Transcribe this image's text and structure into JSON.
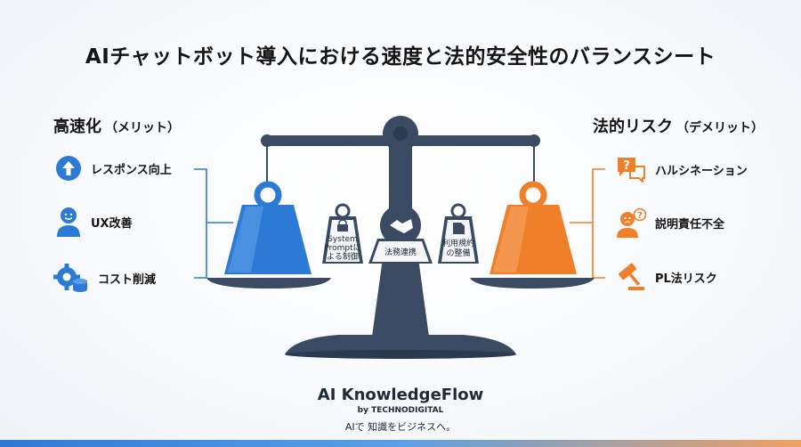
{
  "title": "AIチャットボット導入における速度と法的安全性のバランスシート",
  "left": {
    "heading": "高速化",
    "subheading": "（メリット）",
    "items": [
      {
        "label": "レスポンス向上",
        "icon": "arrow-up-icon"
      },
      {
        "label": "UX改善",
        "icon": "user-icon"
      },
      {
        "label": "コスト削減",
        "icon": "gear-coins-icon"
      }
    ]
  },
  "right": {
    "heading": "法的リスク",
    "subheading": "（デメリット）",
    "items": [
      {
        "label": "ハルシネーション",
        "icon": "question-bubble-icon"
      },
      {
        "label": "説明責任不全",
        "icon": "confused-person-icon"
      },
      {
        "label": "PL法リスク",
        "icon": "gavel-icon"
      }
    ]
  },
  "center": {
    "weight_left_line1": "System",
    "weight_left_line2": "Promptに",
    "weight_left_line3": "よる制御",
    "weight_middle": "法務連携",
    "weight_right_line1": "利用規約",
    "weight_right_line2": "の整備"
  },
  "footer": {
    "brand": "AI KnowledgeFlow",
    "by": "by TECHNODIGITAL",
    "tagline": "AIで 知識をビジネスへ。"
  },
  "colors": {
    "blue": "#2d7ad6",
    "orange": "#f07f2a",
    "navy": "#3a4a63"
  }
}
